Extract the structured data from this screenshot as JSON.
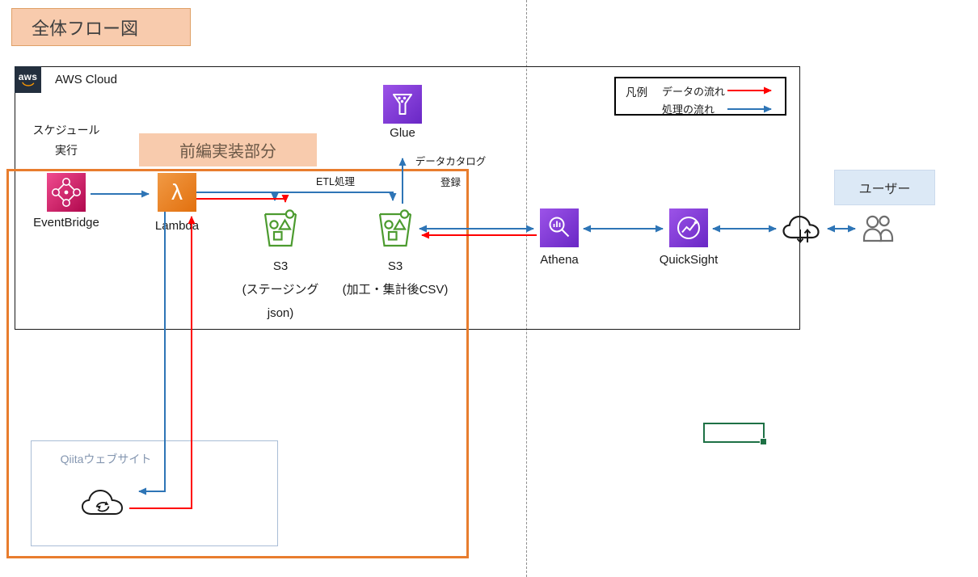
{
  "title": "全体フロー図",
  "aws_cloud": {
    "logo_text": "aws",
    "label": "AWS Cloud"
  },
  "legend": {
    "title": "凡例",
    "items": [
      {
        "label": "データの流れ",
        "color": "#FF0000"
      },
      {
        "label": "処理の流れ",
        "color": "#2E75B6"
      }
    ]
  },
  "labels": {
    "schedule_line1": "スケジュール",
    "schedule_line2": "実行",
    "zenpen_box": "前編実装部分",
    "etl": "ETL処理",
    "catalog_line1": "データカタログ",
    "catalog_line2": "登録"
  },
  "nodes": {
    "eventbridge": {
      "label": "EventBridge"
    },
    "lambda": {
      "label": "Lambda",
      "glyph": "λ"
    },
    "s3_staging": {
      "label": "S3",
      "sub_line1": "(ステージング",
      "sub_line2": "json)"
    },
    "s3_processed": {
      "label": "S3",
      "sub_line1": "(加工・集計後CSV)"
    },
    "glue": {
      "label": "Glue"
    },
    "athena": {
      "label": "Athena"
    },
    "quicksight": {
      "label": "QuickSight"
    },
    "user": {
      "label": "ユーザー"
    },
    "qiita": {
      "label": "Qiitaウェブサイト"
    }
  },
  "icons": {
    "cloud_transfer": "cloud-with-up-down-arrows",
    "users": "two-people-outline",
    "qiita_cloud": "cloud-with-sync-arrows",
    "s3": "green-bucket-with-objects",
    "eventbridge": "event-bus-node-diamond",
    "lambda": "lambda-letter",
    "glue": "funnel-with-dots",
    "athena": "magnifier-over-data",
    "quicksight": "circle-line-chart"
  },
  "colors": {
    "highlight_fill": "#F8CBAD",
    "highlight_border": "#E87D2E",
    "data_flow": "#FF0000",
    "process_flow": "#2E75B6",
    "s3_green": "#4C9B2F",
    "user_box_fill": "#DCE9F6",
    "excel_cell_green": "#1E7145",
    "aws_dark": "#232F3E"
  }
}
